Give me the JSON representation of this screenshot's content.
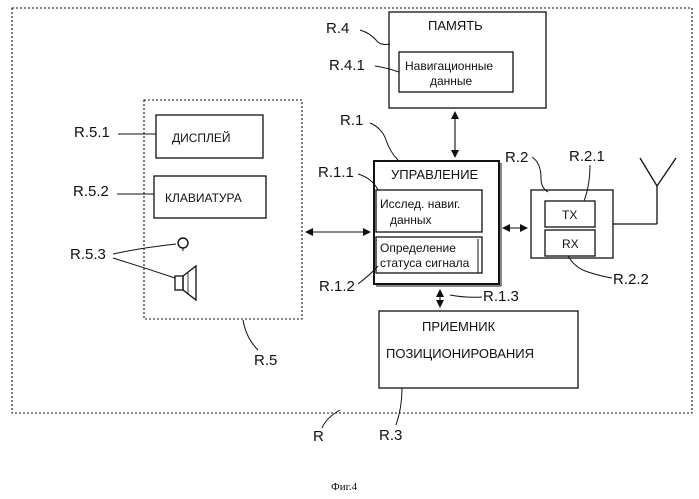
{
  "figure_caption": "Фиг.4",
  "outer_ref": "R",
  "memory": {
    "title": "ПАМЯТЬ",
    "ref": "R.4",
    "nav_data": {
      "line1": "Навигационные",
      "line2": "данные",
      "ref": "R.4.1"
    }
  },
  "control": {
    "title": "УПРАВЛЕНИЕ",
    "ref": "R.1",
    "research": {
      "line1": "Исслед. навиг.",
      "line2": "данных",
      "ref": "R.1.1"
    },
    "status": {
      "line1": "Определение",
      "line2": "статуса сигнала",
      "ref": "R.1.2"
    },
    "link_ref": "R.1.3"
  },
  "ui_block": {
    "ref": "R.5",
    "display": {
      "label": "ДИСПЛЕЙ",
      "ref": "R.5.1"
    },
    "keyboard": {
      "label": "КЛАВИАТУРА",
      "ref": "R.5.2"
    },
    "audio_ref": "R.5.3"
  },
  "transceiver": {
    "ref": "R.2",
    "tx": {
      "label": "TX",
      "ref": "R.2.1"
    },
    "rx": {
      "label": "RX",
      "ref": "R.2.2"
    }
  },
  "receiver": {
    "line1": "ПРИЕМНИК",
    "line2": "ПОЗИЦИОНИРОВАНИЯ",
    "ref": "R.3"
  }
}
